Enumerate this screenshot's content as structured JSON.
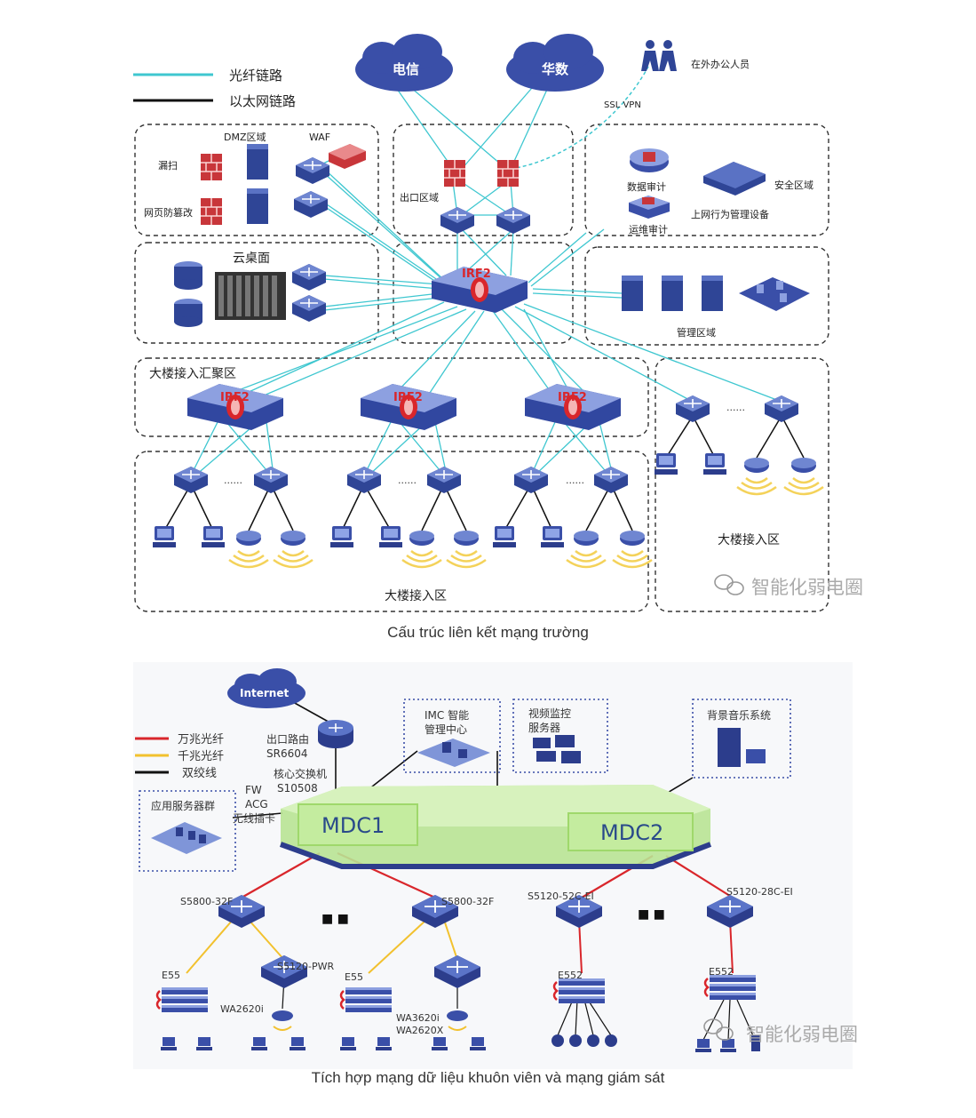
{
  "figure1": {
    "legend": {
      "fiber": "光纤链路",
      "ethernet": "以太网链路"
    },
    "clouds": {
      "telecom": "电信",
      "huashu": "华数"
    },
    "remote_staff": "在外办公人员",
    "ssl_vpn": "SSL VPN",
    "dmz": {
      "title": "DMZ区域",
      "waf": "WAF",
      "scan": "漏扫",
      "anti_tamper": "网页防篡改"
    },
    "egress_zone": "出口区域",
    "security_zone": {
      "title": "安全区域",
      "data_audit": "数据审计",
      "ops_audit": "运维审计",
      "behavior_mgmt": "上网行为管理设备"
    },
    "cloud_desktop": "云桌面",
    "irf_label": "IRF2",
    "management_zone": "管理区域",
    "aggregation_zone": "大楼接入汇聚区",
    "access_zone_left": "大楼接入区",
    "access_zone_right": "大楼接入区",
    "ellipsis": "......",
    "watermark": "智能化弱电圈",
    "caption": "Cấu trúc liên kết mạng trường",
    "colors": {
      "fiber": "#3fc7d0",
      "ethernet": "#111111",
      "device": "#3a4fa8"
    }
  },
  "figure2": {
    "internet": "Internet",
    "legend": {
      "ten_gig": "万兆光纤",
      "gigabit": "千兆光纤",
      "twisted_pair": "双绞线"
    },
    "egress_router": {
      "line1": "出口路由",
      "line2": "SR6604"
    },
    "core_switch": {
      "line1": "核心交换机",
      "line2": "S10508"
    },
    "service_cards": {
      "line1": "FW",
      "line2": "ACG",
      "line3": "无线插卡"
    },
    "imc_center": {
      "line1": "IMC 智能",
      "line2": "管理中心"
    },
    "video_server": {
      "line1": "视频监控",
      "line2": "服务器"
    },
    "music_system": "背景音乐系统",
    "app_servers": "应用服务器群",
    "mdc1": "MDC1",
    "mdc2": "MDC2",
    "switch_s5800_a": "S5800-32F",
    "switch_s5800_b": "S5800-32F",
    "switch_s5120_52c": "S5120-52C-EI",
    "switch_s5120_28c": "S5120-28C-EI",
    "e55_a": "E55",
    "e55_b": "E55",
    "e552_a": "E552",
    "e552_b": "E552",
    "s5120_pwr": "S5120-PWR",
    "wa2620i": "WA2620i",
    "wa3620i": "WA3620i",
    "wa2620x": "WA2620X",
    "dots": "■ ■",
    "watermark": "智能化弱电圈",
    "caption": "Tích hợp mạng dữ liệu khuôn viên và mạng giám sát",
    "colors": {
      "ten_gig": "#d9262b",
      "gigabit": "#f2c12e",
      "twisted_pair": "#111111",
      "mdc": "#9fd86b"
    }
  }
}
